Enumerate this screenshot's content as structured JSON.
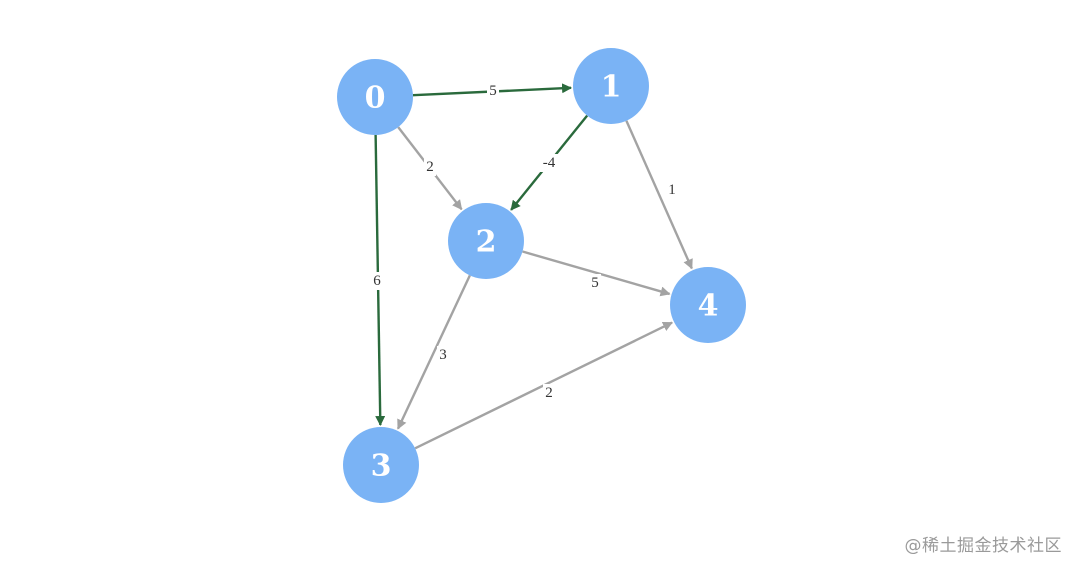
{
  "graph": {
    "colors": {
      "node_fill": "#7ab3f5",
      "node_text": "#ffffff",
      "edge_default": "#a3a3a3",
      "edge_highlight": "#2a6a3c",
      "label_text": "#333333"
    },
    "nodes": [
      {
        "id": "0",
        "label": "0"
      },
      {
        "id": "1",
        "label": "1"
      },
      {
        "id": "2",
        "label": "2"
      },
      {
        "id": "3",
        "label": "3"
      },
      {
        "id": "4",
        "label": "4"
      }
    ],
    "edges": [
      {
        "from": "0",
        "to": "1",
        "weight": "5",
        "highlighted": true
      },
      {
        "from": "0",
        "to": "2",
        "weight": "2",
        "highlighted": false
      },
      {
        "from": "0",
        "to": "3",
        "weight": "6",
        "highlighted": true
      },
      {
        "from": "1",
        "to": "2",
        "weight": "-4",
        "highlighted": true
      },
      {
        "from": "1",
        "to": "4",
        "weight": "1",
        "highlighted": false
      },
      {
        "from": "2",
        "to": "4",
        "weight": "5",
        "highlighted": false
      },
      {
        "from": "2",
        "to": "3",
        "weight": "3",
        "highlighted": false
      },
      {
        "from": "3",
        "to": "4",
        "weight": "2",
        "highlighted": false
      }
    ]
  },
  "watermark": {
    "text": "@稀土掘金技术社区"
  }
}
